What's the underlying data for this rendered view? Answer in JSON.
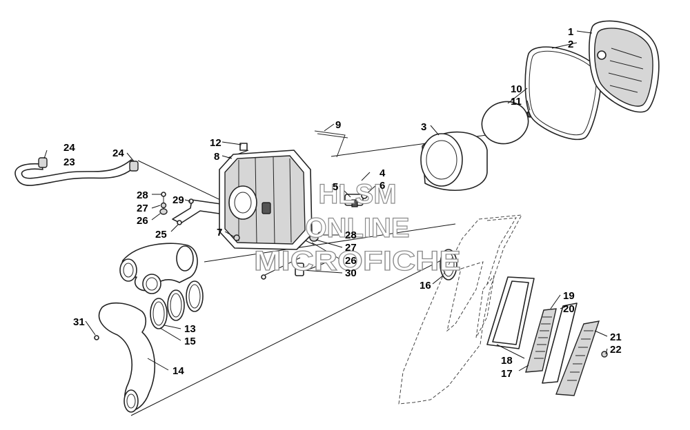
{
  "callouts": {
    "c1": "1",
    "c2": "2",
    "c3": "3",
    "c4": "4",
    "c5": "5",
    "c6": "6",
    "c7": "7",
    "c8": "8",
    "c9": "9",
    "c10": "10",
    "c11": "11",
    "c12": "12",
    "c13": "13",
    "c14": "14",
    "c15": "15",
    "c16": "16",
    "c17": "17",
    "c18": "18",
    "c19": "19",
    "c20": "20",
    "c21": "21",
    "c22": "22",
    "c23": "23",
    "c24a": "24",
    "c24b": "24",
    "c25": "25",
    "c26a": "26",
    "c26b": "26",
    "c27a": "27",
    "c27b": "27",
    "c28a": "28",
    "c28b": "28",
    "c29": "29",
    "c30": "30",
    "c31": "31"
  },
  "watermark": {
    "line1": "HLSM",
    "line2": "ONLINE",
    "line3": "MICROFICHE"
  }
}
